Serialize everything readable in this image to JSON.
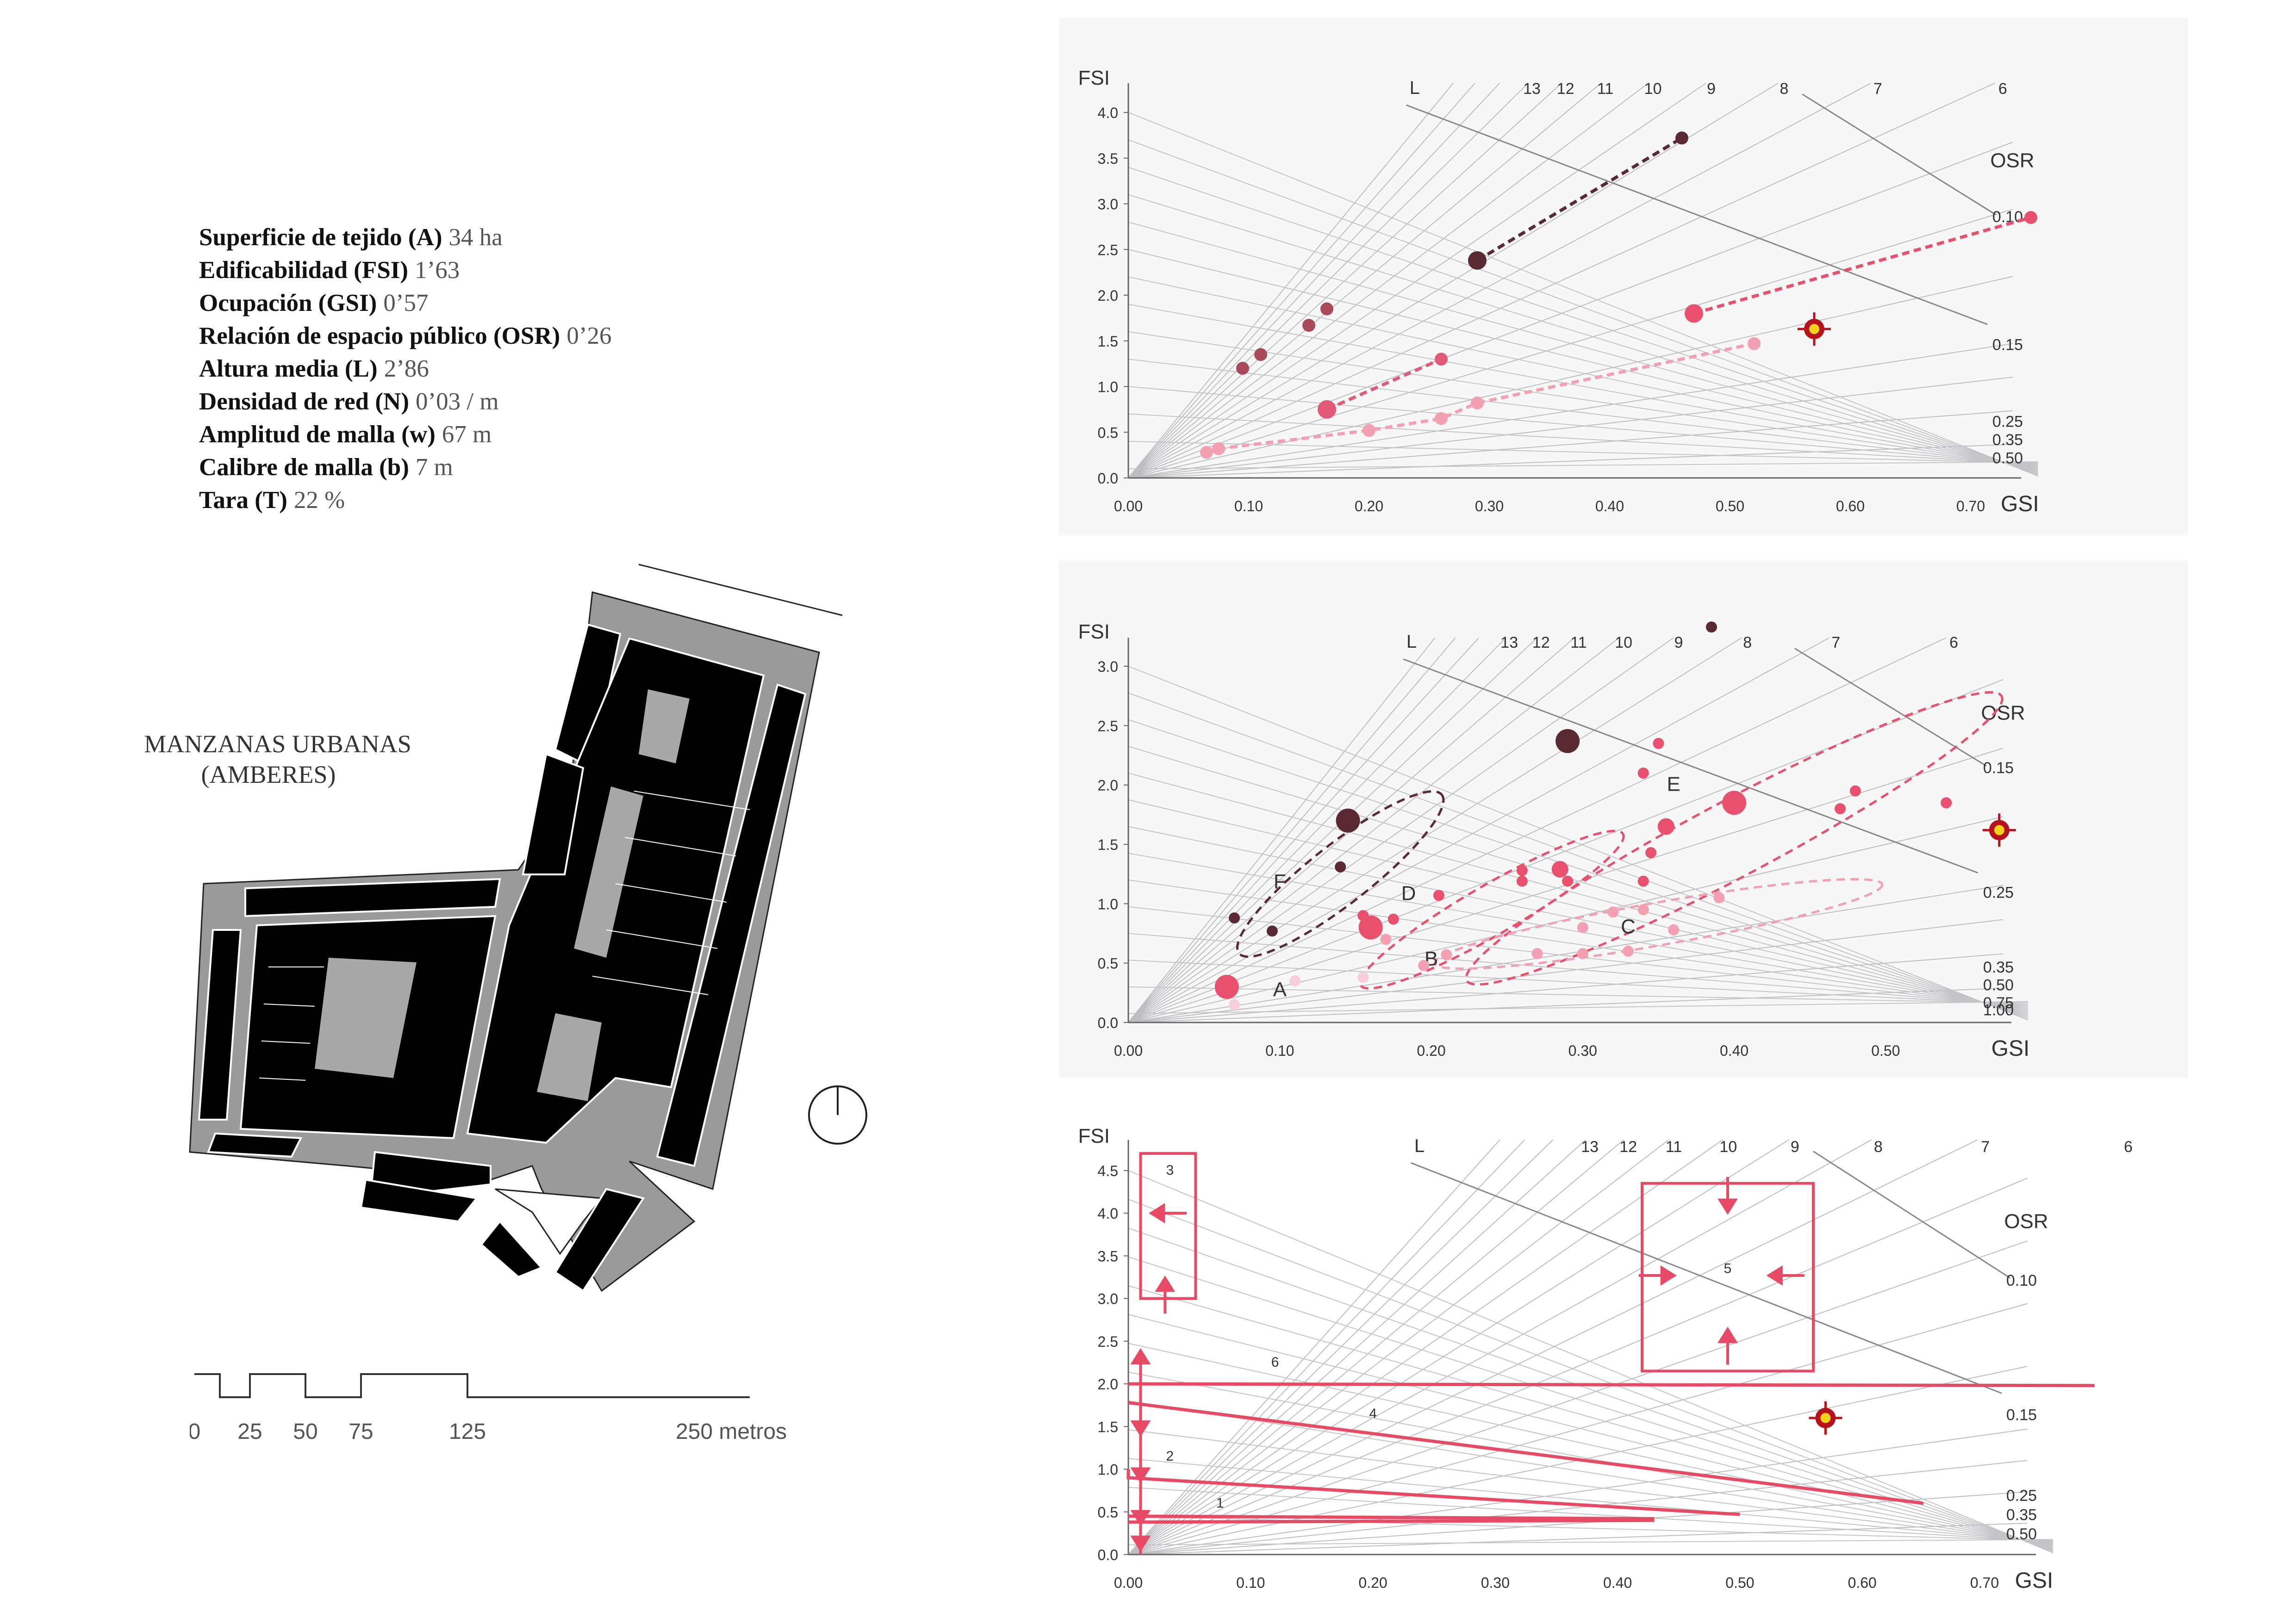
{
  "stats": [
    {
      "label": "Superficie de tejido (A)",
      "value": "34 ha"
    },
    {
      "label": "Edificabilidad (FSI)",
      "value": "1’63"
    },
    {
      "label": "Ocupación (GSI)",
      "value": "0’57"
    },
    {
      "label": "Relación de espacio público (OSR)",
      "value": "0’26"
    },
    {
      "label": "Altura media (L)",
      "value": "2’86"
    },
    {
      "label": "Densidad de red (N)",
      "value": "0’03 / m"
    },
    {
      "label": "Amplitud de malla (w)",
      "value": "67 m"
    },
    {
      "label": "Calibre de malla (b)",
      "value": "7 m"
    },
    {
      "label": "Tara (T)",
      "value": "22 %"
    }
  ],
  "block_title": {
    "line1": "MANZANAS URBANAS",
    "line2": "(AMBERES)"
  },
  "scale_bar": {
    "labels": [
      "0",
      "25",
      "50",
      "75",
      "125",
      "250  metros"
    ]
  },
  "colors": {
    "dark": "#5a2a33",
    "mid": "#a84a58",
    "pink": "#e8506e",
    "light": "#f2a0b2",
    "pale": "#f7cfd8",
    "marker_fill": "#f2d21a",
    "marker_ring": "#b5121b",
    "arrow": "#e84a66"
  },
  "chart_data": [
    {
      "type": "scatter",
      "title": "",
      "xlabel": "GSI",
      "ylabel": "FSI",
      "ylim": [
        0,
        4.0
      ],
      "xlim": [
        0,
        0.7
      ],
      "x_ticks": [
        "0.00",
        "0.10",
        "0.20",
        "0.30",
        "0.40",
        "0.50",
        "0.60",
        "0.70"
      ],
      "y_ticks": [
        "0.0",
        "0.5",
        "1.0",
        "1.5",
        "2.0",
        "2.5",
        "3.0",
        "3.5",
        "4.0"
      ],
      "L_label": "L",
      "L_values": [
        "13",
        "12",
        "11",
        "10",
        "9",
        "8",
        "7",
        "6"
      ],
      "OSR_label": "OSR",
      "OSR_values": [
        "0.10",
        "0.15",
        "0.25",
        "0.35",
        "0.50"
      ],
      "series": [
        {
          "color": "dark",
          "points": [
            [
              0.29,
              2.38
            ],
            [
              0.46,
              3.72
            ]
          ],
          "dashed": true
        },
        {
          "color": "mid",
          "points": [
            [
              0.095,
              1.2
            ],
            [
              0.11,
              1.35
            ],
            [
              0.15,
              1.67
            ],
            [
              0.165,
              1.85
            ]
          ]
        },
        {
          "color": "pink",
          "points": [
            [
              0.47,
              1.8
            ],
            [
              0.75,
              2.85
            ]
          ],
          "dashed": true
        },
        {
          "color": "pink2",
          "points": [
            [
              0.165,
              0.75
            ],
            [
              0.26,
              1.3
            ]
          ],
          "dashed": true
        },
        {
          "color": "light",
          "points": [
            [
              0.065,
              0.28
            ],
            [
              0.075,
              0.32
            ],
            [
              0.2,
              0.52
            ],
            [
              0.26,
              0.65
            ],
            [
              0.29,
              0.82
            ],
            [
              0.52,
              1.47
            ]
          ],
          "dashed": true
        }
      ],
      "marker": [
        0.57,
        1.63
      ]
    },
    {
      "type": "scatter",
      "title": "",
      "xlabel": "GSI",
      "ylabel": "FSI",
      "ylim": [
        0,
        3.0
      ],
      "xlim": [
        0,
        0.55
      ],
      "x_ticks": [
        "0.00",
        "0.10",
        "0.20",
        "0.30",
        "0.40",
        "0.50"
      ],
      "y_ticks": [
        "0.0",
        "0.5",
        "1.0",
        "1.5",
        "2.0",
        "2.5",
        "3.0"
      ],
      "L_label": "L",
      "L_values": [
        "13",
        "12",
        "11",
        "10",
        "9",
        "8",
        "7",
        "6"
      ],
      "OSR_label": "OSR",
      "OSR_values": [
        "0.15",
        "0.25",
        "0.35",
        "0.50",
        "0.75",
        "1.00"
      ],
      "groups": [
        "A",
        "B",
        "C",
        "D",
        "E",
        "F"
      ],
      "points": [
        {
          "x": 0.385,
          "y": 3.33,
          "c": "dark",
          "r": "s"
        },
        {
          "x": 0.29,
          "y": 2.37,
          "c": "dark",
          "r": "l"
        },
        {
          "x": 0.145,
          "y": 1.7,
          "c": "dark",
          "r": "l"
        },
        {
          "x": 0.14,
          "y": 1.31,
          "c": "dark",
          "r": "s"
        },
        {
          "x": 0.07,
          "y": 0.88,
          "c": "dark",
          "r": "s"
        },
        {
          "x": 0.095,
          "y": 0.77,
          "c": "dark",
          "r": "s"
        },
        {
          "x": 0.35,
          "y": 2.35,
          "c": "pink",
          "r": "s"
        },
        {
          "x": 0.34,
          "y": 2.1,
          "c": "pink",
          "r": "s"
        },
        {
          "x": 0.4,
          "y": 1.85,
          "c": "pink",
          "r": "l"
        },
        {
          "x": 0.355,
          "y": 1.65,
          "c": "pink",
          "r": "m"
        },
        {
          "x": 0.47,
          "y": 1.8,
          "c": "pink",
          "r": "s"
        },
        {
          "x": 0.48,
          "y": 1.95,
          "c": "pink",
          "r": "s"
        },
        {
          "x": 0.54,
          "y": 1.85,
          "c": "pink",
          "r": "s"
        },
        {
          "x": 0.345,
          "y": 1.43,
          "c": "pink",
          "r": "s"
        },
        {
          "x": 0.26,
          "y": 1.28,
          "c": "pink",
          "r": "s"
        },
        {
          "x": 0.26,
          "y": 1.19,
          "c": "pink",
          "r": "s"
        },
        {
          "x": 0.285,
          "y": 1.29,
          "c": "pink",
          "r": "m"
        },
        {
          "x": 0.29,
          "y": 1.19,
          "c": "pink",
          "r": "s"
        },
        {
          "x": 0.34,
          "y": 1.19,
          "c": "pink",
          "r": "s"
        },
        {
          "x": 0.16,
          "y": 0.8,
          "c": "pink",
          "r": "l"
        },
        {
          "x": 0.175,
          "y": 0.87,
          "c": "pink",
          "r": "s"
        },
        {
          "x": 0.205,
          "y": 1.07,
          "c": "pink",
          "r": "s"
        },
        {
          "x": 0.155,
          "y": 0.9,
          "c": "pink",
          "r": "s"
        },
        {
          "x": 0.065,
          "y": 0.3,
          "c": "pink",
          "r": "l"
        },
        {
          "x": 0.32,
          "y": 0.93,
          "c": "light",
          "r": "s"
        },
        {
          "x": 0.34,
          "y": 0.95,
          "c": "light",
          "r": "s"
        },
        {
          "x": 0.36,
          "y": 0.78,
          "c": "light",
          "r": "s"
        },
        {
          "x": 0.39,
          "y": 1.05,
          "c": "light",
          "r": "s"
        },
        {
          "x": 0.3,
          "y": 0.8,
          "c": "light",
          "r": "s"
        },
        {
          "x": 0.33,
          "y": 0.6,
          "c": "light",
          "r": "s"
        },
        {
          "x": 0.27,
          "y": 0.58,
          "c": "light",
          "r": "s"
        },
        {
          "x": 0.3,
          "y": 0.58,
          "c": "light",
          "r": "s"
        },
        {
          "x": 0.195,
          "y": 0.48,
          "c": "light",
          "r": "s"
        },
        {
          "x": 0.21,
          "y": 0.57,
          "c": "light",
          "r": "s"
        },
        {
          "x": 0.17,
          "y": 0.7,
          "c": "light",
          "r": "s"
        },
        {
          "x": 0.155,
          "y": 0.38,
          "c": "pale",
          "r": "s"
        },
        {
          "x": 0.11,
          "y": 0.35,
          "c": "pale",
          "r": "s"
        },
        {
          "x": 0.07,
          "y": 0.15,
          "c": "pale",
          "r": "s"
        }
      ],
      "marker": [
        0.575,
        1.62
      ]
    },
    {
      "type": "scatter",
      "title": "",
      "xlabel": "GSI",
      "ylabel": "FSI",
      "ylim": [
        0,
        4.5
      ],
      "xlim": [
        0,
        0.7
      ],
      "x_ticks": [
        "0.00",
        "0.10",
        "0.20",
        "0.30",
        "0.40",
        "0.50",
        "0.60",
        "0.70"
      ],
      "y_ticks": [
        "0.0",
        "0.5",
        "1.0",
        "1.5",
        "2.0",
        "2.5",
        "3.0",
        "3.5",
        "4.0",
        "4.5"
      ],
      "L_label": "L",
      "L_values": [
        "13",
        "12",
        "11",
        "10",
        "9",
        "8",
        "7",
        "6"
      ],
      "OSR_label": "OSR",
      "OSR_values": [
        "0.10",
        "0.15",
        "0.25",
        "0.35",
        "0.50"
      ],
      "zone_labels": [
        "1",
        "2",
        "3",
        "4",
        "5",
        "6"
      ],
      "marker": [
        0.57,
        1.6
      ]
    }
  ]
}
